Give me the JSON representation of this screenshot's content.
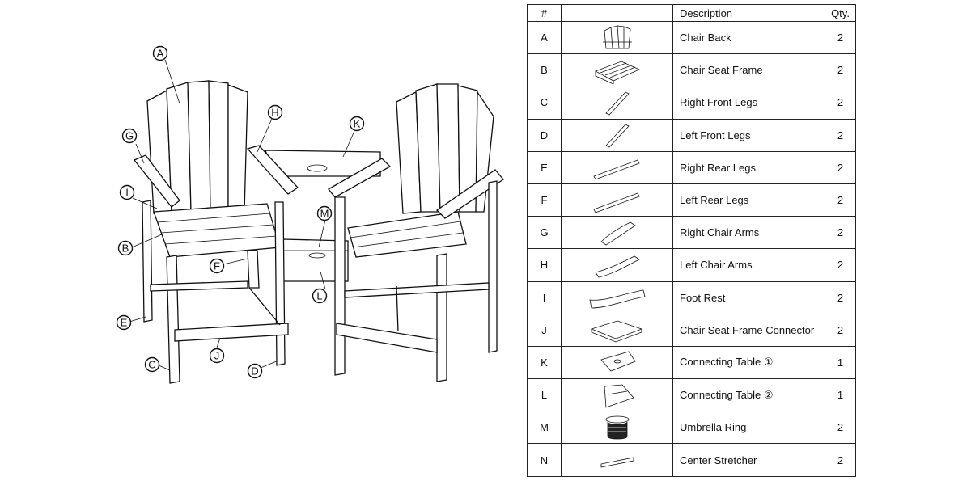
{
  "table": {
    "headers": {
      "num": "#",
      "picture": "",
      "description": "Description",
      "qty": "Qty."
    },
    "rows": [
      {
        "num": "A",
        "description": "Chair Back",
        "qty": "2",
        "icon": "chair-back-icon"
      },
      {
        "num": "B",
        "description": "Chair Seat Frame",
        "qty": "2",
        "icon": "seat-frame-icon"
      },
      {
        "num": "C",
        "description": "Right Front Legs",
        "qty": "2",
        "icon": "front-leg-icon"
      },
      {
        "num": "D",
        "description": "Left Front Legs",
        "qty": "2",
        "icon": "front-leg-icon"
      },
      {
        "num": "E",
        "description": "Right Rear Legs",
        "qty": "2",
        "icon": "rear-leg-icon"
      },
      {
        "num": "F",
        "description": "Left Rear Legs",
        "qty": "2",
        "icon": "rear-leg-icon"
      },
      {
        "num": "G",
        "description": "Right Chair Arms",
        "qty": "2",
        "icon": "chair-arm-icon"
      },
      {
        "num": "H",
        "description": "Left Chair Arms",
        "qty": "2",
        "icon": "chair-arm-icon"
      },
      {
        "num": "I",
        "description": "Foot Rest",
        "qty": "2",
        "icon": "foot-rest-icon"
      },
      {
        "num": "J",
        "description": "Chair Seat Frame Connector",
        "qty": "2",
        "icon": "seat-connector-icon"
      },
      {
        "num": "K",
        "description": "Connecting Table ①",
        "qty": "1",
        "icon": "table-top-icon"
      },
      {
        "num": "L",
        "description": "Connecting Table ②",
        "qty": "1",
        "icon": "table-bottom-icon"
      },
      {
        "num": "M",
        "description": "Umbrella Ring",
        "qty": "2",
        "icon": "umbrella-ring-icon"
      },
      {
        "num": "N",
        "description": "Center Stretcher",
        "qty": "2",
        "icon": "stretcher-icon"
      }
    ]
  },
  "callouts": [
    "A",
    "B",
    "C",
    "D",
    "E",
    "F",
    "G",
    "H",
    "I",
    "J",
    "K",
    "L",
    "M"
  ]
}
